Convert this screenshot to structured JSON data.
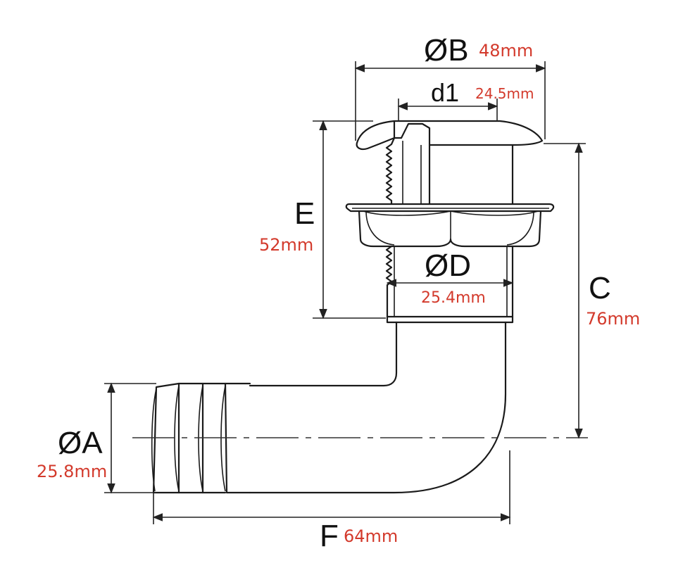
{
  "colors": {
    "value_text": "#d33a2c",
    "line": "#1a1a1a"
  },
  "dimensions": {
    "B": {
      "letter": "ØB",
      "value": "48mm"
    },
    "d1": {
      "letter": "d1",
      "value": "24.5mm"
    },
    "E": {
      "letter": "E",
      "value": "52mm"
    },
    "D": {
      "letter": "ØD",
      "value": "25.4mm"
    },
    "C": {
      "letter": "C",
      "value": "76mm"
    },
    "A": {
      "letter": "ØA",
      "value": "25.8mm"
    },
    "F": {
      "letter": "F",
      "value": "64mm"
    }
  }
}
